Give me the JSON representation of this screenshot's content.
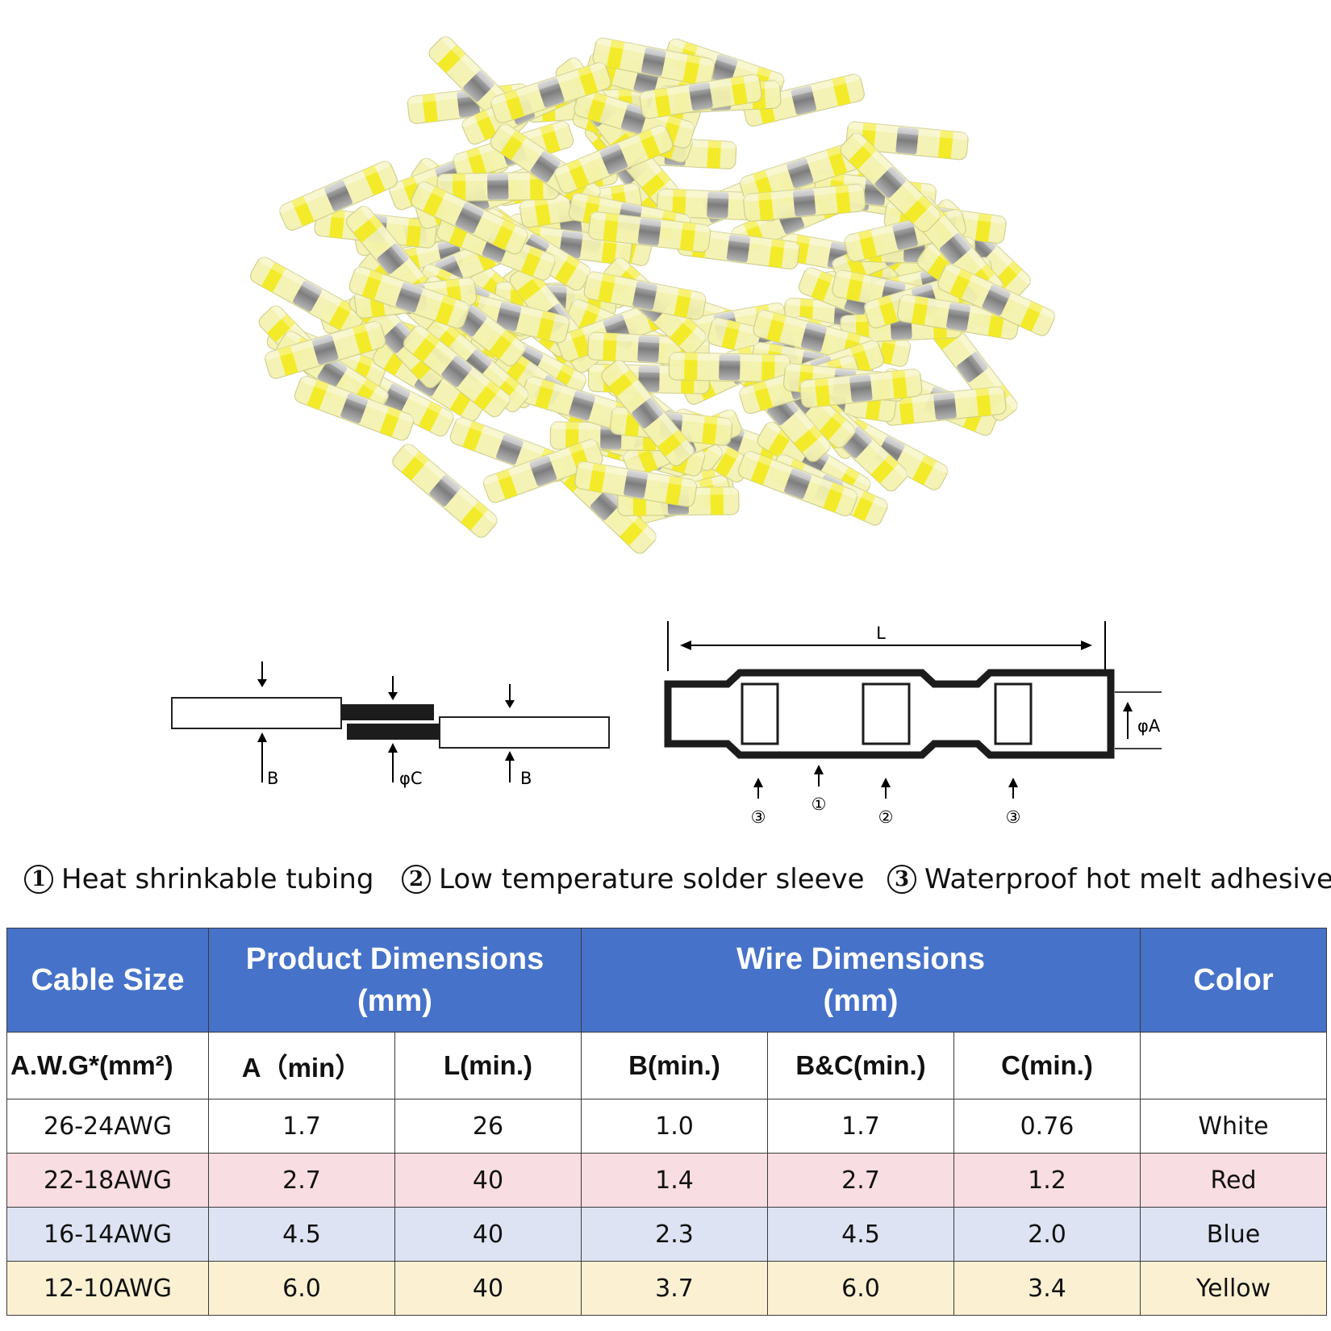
{
  "photo": {
    "subject": "heat-shrink solder seal wire connectors, pile",
    "colors": {
      "tube": "#f4f3b0",
      "band": "#f2ea22",
      "sleeve": "#8e8e8e"
    }
  },
  "diagram_left": {
    "labels": {
      "b_left": "B",
      "c": "φC",
      "b_right": "B"
    }
  },
  "diagram_right": {
    "labels": {
      "length": "L",
      "diameter": "φA",
      "p3a": "③",
      "p1": "①",
      "p2": "②",
      "p3b": "③"
    }
  },
  "legend": {
    "items": [
      {
        "num": "1",
        "text": "Heat shrinkable tubing"
      },
      {
        "num": "2",
        "text": "Low temperature solder sleeve"
      },
      {
        "num": "3",
        "text": "Waterproof hot melt adhesive"
      }
    ]
  },
  "table": {
    "header_colors": {
      "header_bg": "#4672c9",
      "header_text": "#ffffff"
    },
    "top_headers": {
      "cable_size": "Cable Size",
      "product_dims_line1": "Product Dimensions",
      "product_dims_line2": "(mm)",
      "wire_dims_line1": "Wire Dimensions",
      "wire_dims_line2": "(mm)",
      "color": "Color"
    },
    "sub_headers": [
      "A.W.G*(mm²)",
      "A（min）",
      "L(min.)",
      "B(min.)",
      "B&C(min.)",
      "C(min.)",
      ""
    ],
    "rows": [
      {
        "cells": [
          "26-24AWG",
          "1.7",
          "26",
          "1.0",
          "1.7",
          "0.76",
          "White"
        ],
        "bg": "#ffffff"
      },
      {
        "cells": [
          "22-18AWG",
          "2.7",
          "40",
          "1.4",
          "2.7",
          "1.2",
          "Red"
        ],
        "bg": "#f8dde2"
      },
      {
        "cells": [
          "16-14AWG",
          "4.5",
          "40",
          "2.3",
          "4.5",
          "2.0",
          "Blue"
        ],
        "bg": "#dde3f2"
      },
      {
        "cells": [
          "12-10AWG",
          "6.0",
          "40",
          "3.7",
          "6.0",
          "3.4",
          "Yellow"
        ],
        "bg": "#fbf1d2"
      }
    ]
  }
}
